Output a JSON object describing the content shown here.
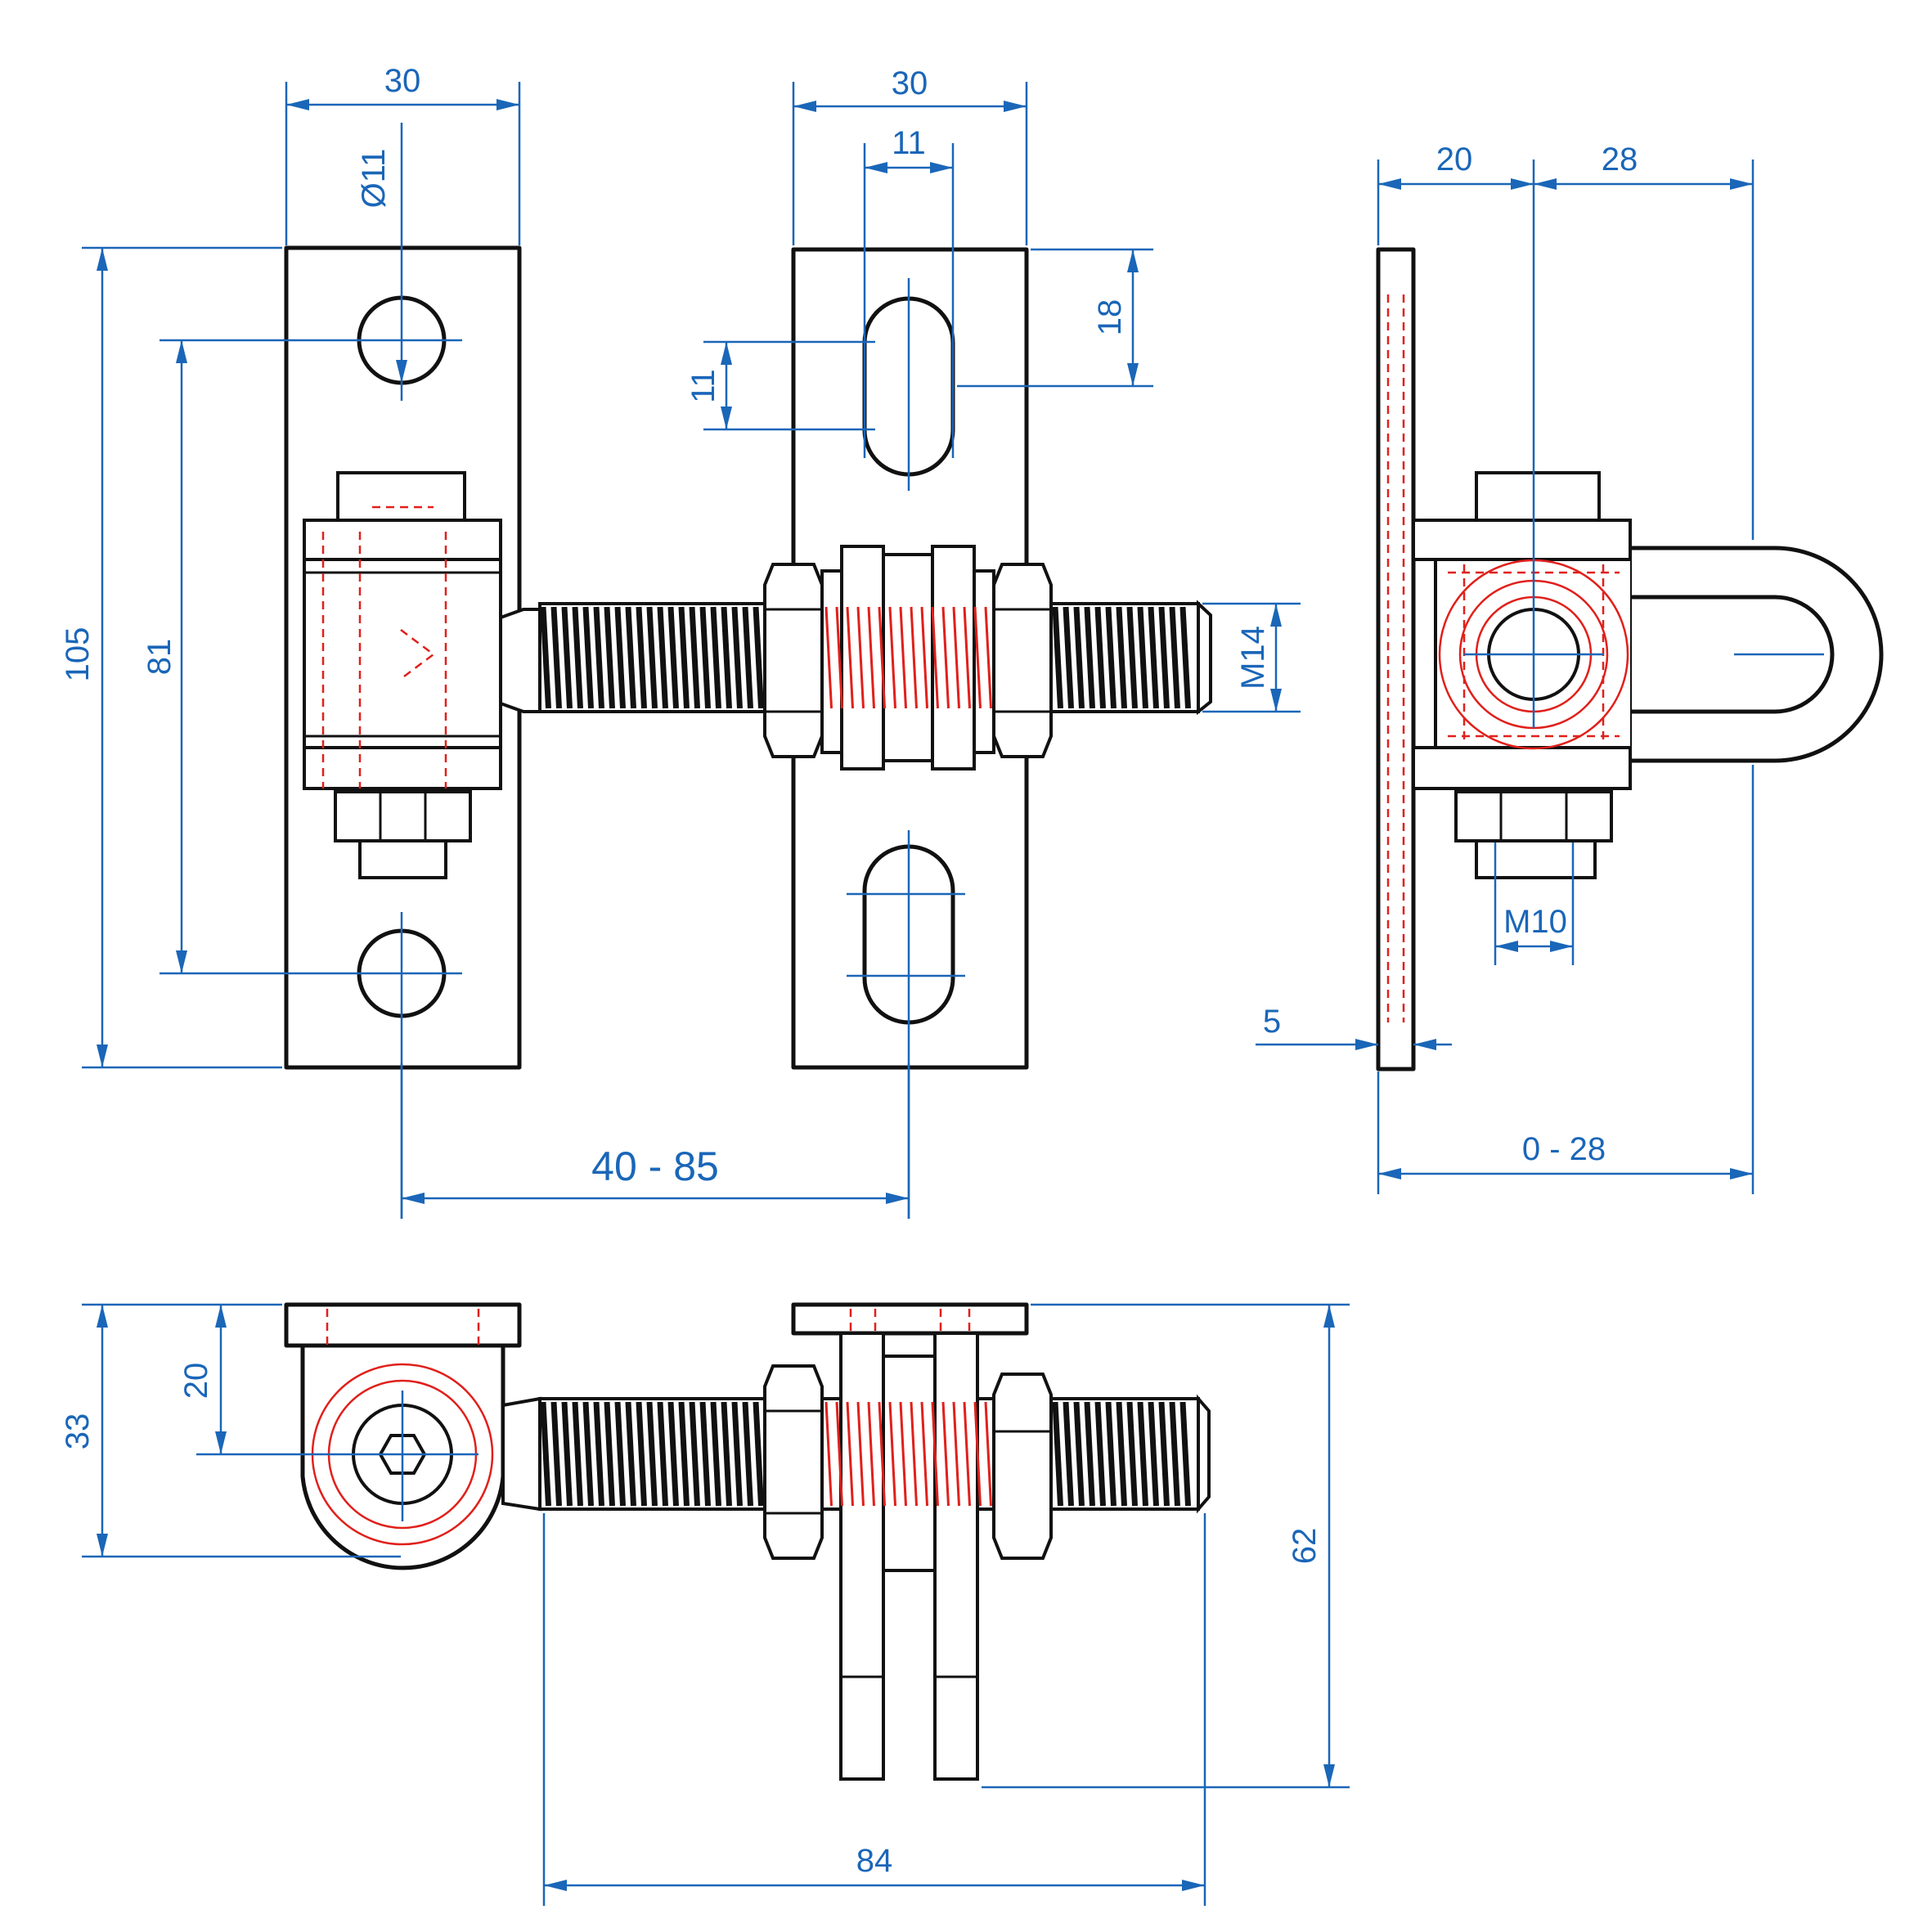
{
  "drawing": {
    "title": "",
    "colors": {
      "outline": "#111111",
      "hidden_lines": "#e0201b",
      "dimensions": "#1a66b8",
      "background": "#ffffff"
    },
    "dimensions": {
      "plate1_width": "30",
      "hole_diameter": "Ø11",
      "plate1_height": "105",
      "hole_spacing": "81",
      "plate2_width": "30",
      "slot_width": "11",
      "slot_height": "11",
      "slot_offset": "18",
      "thread_size": "M14",
      "adjust_range": "40 - 85",
      "side_left": "20",
      "side_right": "28",
      "nut_size": "M10",
      "plate_thickness": "5",
      "side_range": "0 - 28",
      "bottom_height": "33",
      "bottom_offset": "20",
      "bottom_length": "84",
      "bottom_depth": "62"
    }
  }
}
